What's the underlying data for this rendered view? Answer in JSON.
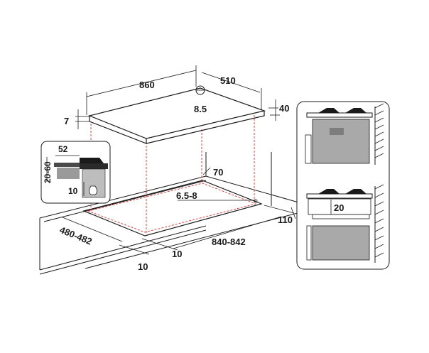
{
  "diagram": {
    "top_view": {
      "length": "860",
      "depth": "510",
      "thickness": "40",
      "edge_height": "7",
      "gas_inlet_offset": "8.5"
    },
    "cutout": {
      "width": "840-842",
      "depth": "480-482",
      "front_distance": "10",
      "side_distance": "10",
      "rear_distance": "70",
      "wall_distance": "110",
      "inlet_offset": "6.5-8"
    },
    "detail_inset": {
      "width": "52",
      "height_range": "20-60",
      "clearance": "10"
    },
    "cabinet_inset": {
      "gap": "20"
    }
  }
}
